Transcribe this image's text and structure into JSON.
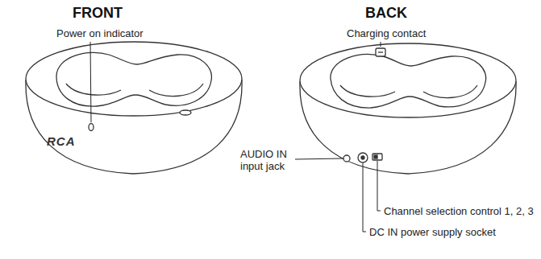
{
  "diagram": {
    "labels": [
      "FRONT",
      "BACK",
      "Power on indicator",
      "Charging contact",
      "RCA",
      "AUDIO IN input jack",
      "Channel selection control 1, 2, 3",
      "DC IN power supply socket"
    ]
  }
}
